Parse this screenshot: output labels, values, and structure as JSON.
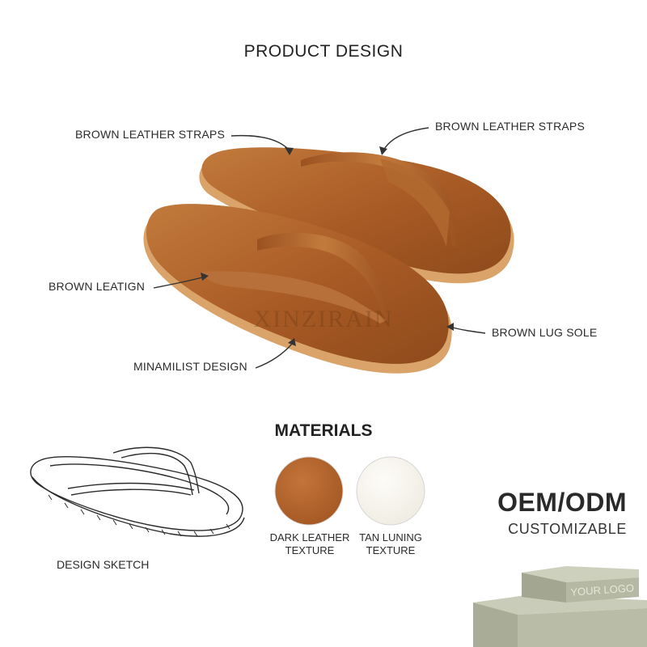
{
  "header": {
    "title": "PRODUCT DESIGN"
  },
  "callouts": [
    {
      "label": "BROWN LEATHER STRAPS"
    },
    {
      "label": "BROWN LEATHER STRAPS"
    },
    {
      "label": "BROWN LEATIGN"
    },
    {
      "label": "BROWN LUG SOLE"
    },
    {
      "label": "MINAMILIST DESIGN"
    }
  ],
  "watermark": "XINZIRAIN",
  "materials": {
    "title": "MATERIALS",
    "swatches": [
      {
        "label": "DARK LEATHER TEXTURE",
        "color": "#b4652a"
      },
      {
        "label": "TAN LUNING TEXTURE",
        "color": "#f7f5ee"
      }
    ]
  },
  "sketch": {
    "label": "DESIGN SKETCH"
  },
  "oem": {
    "title": "OEM/ODM",
    "subtitle": "CUSTOMIZABLE"
  },
  "box": {
    "logo_text": "YOUR LOGO"
  },
  "colors": {
    "leather": "#a85a24",
    "leather_light": "#c27a3c",
    "sole": "#d9a36a",
    "box": "#b9bca7"
  }
}
